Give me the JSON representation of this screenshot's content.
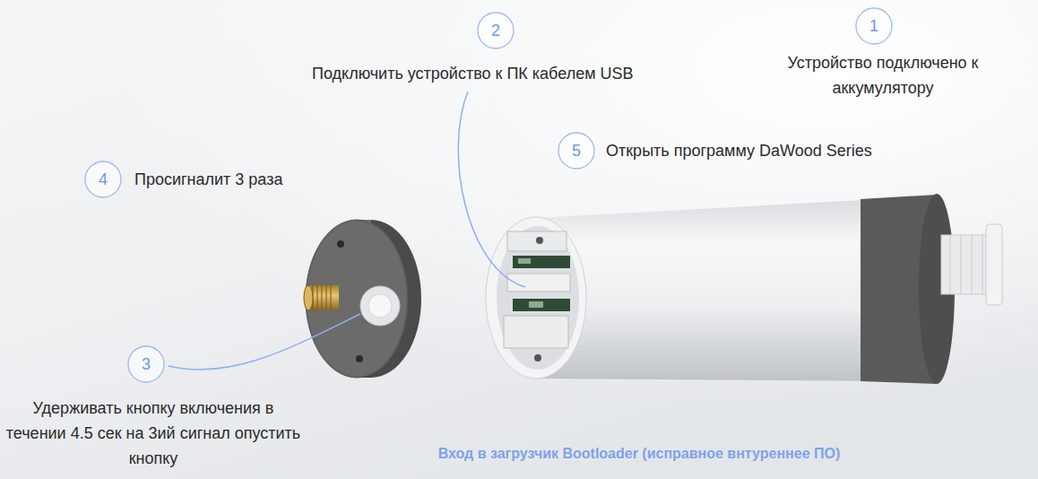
{
  "diagram": {
    "nodes": [
      {
        "text": [
          "1",
          "Устройство подключено к аккумулятору"
        ]
      },
      {
        "text": [
          "2",
          "Подключить устройство к ПК кабелем USB"
        ]
      },
      {
        "text": [
          "3",
          "Удерживать кнопку включения в течении 4.5 сек на 3ий сигнал опустить кнопку"
        ]
      },
      {
        "text": [
          "4",
          "Просигналит 3 раза"
        ]
      },
      {
        "text": [
          "5",
          "Открыть программу DaWood Series"
        ]
      }
    ],
    "labels": [
      "Вход в загрузчик Bootloader (исправное внтуреннее ПО)"
    ]
  }
}
